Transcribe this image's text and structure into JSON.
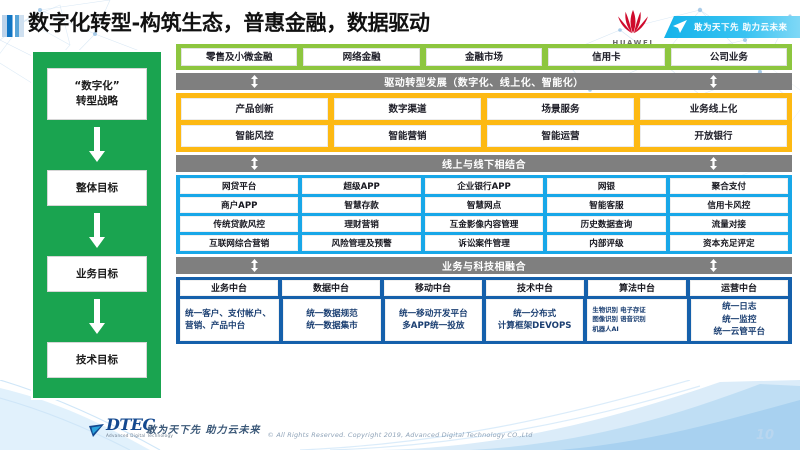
{
  "header": {
    "title": "数字化转型-构筑生态，普惠金融，数据驱动",
    "huawei_wordmark": "HUAWEI",
    "banner_text": "敢为天下先 助力云未来"
  },
  "strategy_column": {
    "steps": [
      {
        "label": "“数字化”\n转型战略"
      },
      {
        "label": "整体目标"
      },
      {
        "label": "业务目标"
      },
      {
        "label": "技术目标"
      }
    ]
  },
  "business_lines": {
    "cells": [
      "零售及小微金融",
      "网络金融",
      "金融市场",
      "信用卡",
      "公司业务"
    ]
  },
  "band_drive": {
    "title": "驱动转型发展（数字化、线上化、智能化）"
  },
  "drive_grid": {
    "rows": [
      [
        "产品创新",
        "数字渠道",
        "场景服务",
        "业务线上化"
      ],
      [
        "智能风控",
        "智能营销",
        "智能运营",
        "开放银行"
      ]
    ]
  },
  "band_online_offline": {
    "title": "线上与线下相结合"
  },
  "online_offline_grid": {
    "rows": [
      [
        "网贷平台",
        "超级APP",
        "企业银行APP",
        "网银",
        "聚合支付"
      ],
      [
        "商户APP",
        "智慧存款",
        "智慧网点",
        "智能客服",
        "信用卡风控"
      ],
      [
        "传统贷款风控",
        "理财营销",
        "互金影像内容管理",
        "历史数据查询",
        "流量对接"
      ],
      [
        "互联网综合营销",
        "风险管理及预警",
        "诉讼案件管理",
        "内部评级",
        "资本充足评定"
      ]
    ]
  },
  "band_biz_tech": {
    "title": "业务与科技相融合"
  },
  "platform_grid": {
    "headers": [
      "业务中台",
      "数据中台",
      "移动中台",
      "技术中台",
      "算法中台",
      "运营中台"
    ],
    "bodies": [
      {
        "style": "wrap",
        "lines": [
          "统一客户、支付帐户、营销、产品中台"
        ]
      },
      {
        "style": "lines",
        "lines": [
          "统一数据规范",
          "统一数据集市"
        ]
      },
      {
        "style": "lines",
        "lines": [
          "统一移动开发平台",
          "多APP统一投放"
        ]
      },
      {
        "style": "lines",
        "lines": [
          "统一分布式",
          "计算框架DEVOPS"
        ]
      },
      {
        "style": "tiny",
        "lines": [
          "生物识别 电子存证",
          "图像识别 语音识别",
          "机器人AI"
        ]
      },
      {
        "style": "lines",
        "lines": [
          "统一日志",
          "统一监控",
          "统一云管平台"
        ]
      }
    ]
  },
  "footer": {
    "brand_name": "DTEC",
    "brand_tagline": "Advanced Digital Technology",
    "slogan": "敢为天下先   助力云未来",
    "copyright": "© All Rights Reserved. Copyright 2019, Advanced Digital Technology CO.,Ltd",
    "page_number": "10"
  },
  "colors": {
    "green": "#1aa450",
    "lime": "#8dc63f",
    "orange": "#fdb913",
    "blue": "#18a7e8",
    "navy": "#1560ab",
    "gray": "#7f7f7f"
  }
}
